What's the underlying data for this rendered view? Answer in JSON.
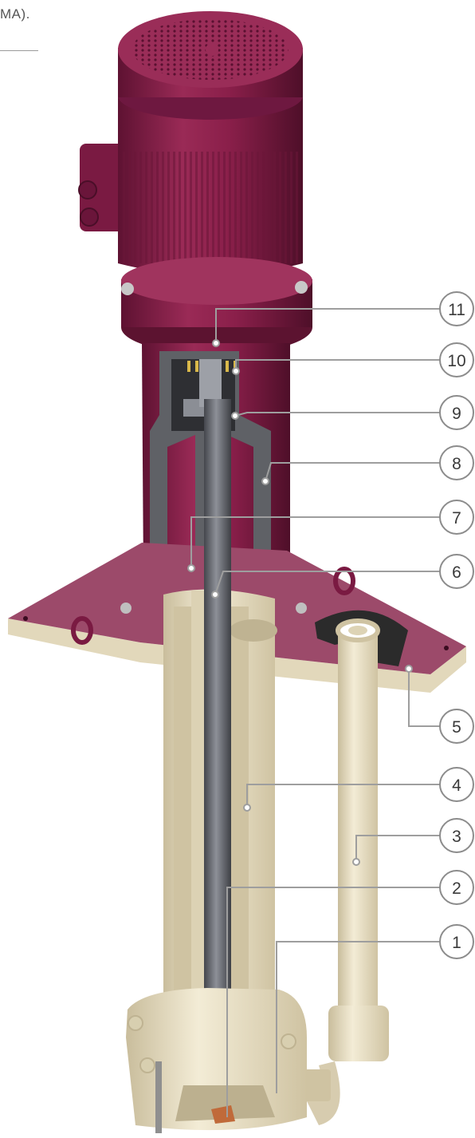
{
  "caption": {
    "text": "MA)."
  },
  "colors": {
    "motor": "#8a1f4a",
    "motor_dark": "#5e1232",
    "motor_light": "#b04a72",
    "plastic": "#e6dcbf",
    "plastic_dark": "#c9bd9c",
    "plastic_light": "#f3ecd6",
    "section_grey": "#5f6166",
    "shaft": "#6e7078",
    "leader": "#9e9e9e",
    "callout_border": "#8c8c8c",
    "gasket": "#2b2b2b"
  },
  "callouts": [
    {
      "num": "11"
    },
    {
      "num": "10"
    },
    {
      "num": "9"
    },
    {
      "num": "8"
    },
    {
      "num": "7"
    },
    {
      "num": "6"
    },
    {
      "num": "5"
    },
    {
      "num": "4"
    },
    {
      "num": "3"
    },
    {
      "num": "2"
    },
    {
      "num": "1"
    }
  ]
}
